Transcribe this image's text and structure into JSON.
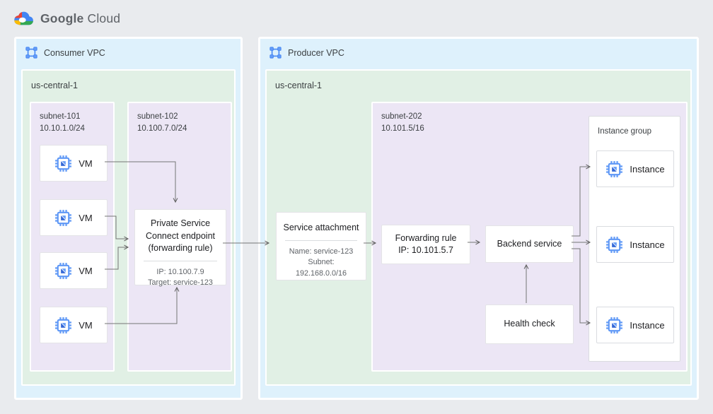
{
  "logo": {
    "google": "Google",
    "cloud": "Cloud"
  },
  "consumer_vpc": {
    "label": "Consumer VPC",
    "region": {
      "label": "us-central-1",
      "subnet101": {
        "title": "subnet-101\n10.10.1.0/24",
        "vms": [
          {
            "label": "VM"
          },
          {
            "label": "VM"
          },
          {
            "label": "VM"
          },
          {
            "label": "VM"
          }
        ]
      },
      "subnet102": {
        "title": "subnet-102\n10.100.7.0/24",
        "psc_endpoint": {
          "title": "Private Service Connect endpoint (forwarding rule)",
          "ip": "IP: 10.100.7.9",
          "target": "Target: service-123"
        }
      }
    }
  },
  "producer_vpc": {
    "label": "Producer VPC",
    "region": {
      "label": "us-central-1",
      "service_attachment": {
        "title": "Service attachment",
        "detail_lines": [
          "Name: service-123",
          "Subnet:",
          "192.168.0.0/16"
        ]
      },
      "subnet202": {
        "title": "subnet-202\n10.101.5/16",
        "forwarding_rule": {
          "line1": "Forwarding rule",
          "line2": "IP: 10.101.5.7"
        },
        "backend_service": {
          "label": "Backend service"
        },
        "health_check": {
          "label": "Health check"
        },
        "instance_group": {
          "label": "Instance group",
          "instances": [
            {
              "label": "Instance"
            },
            {
              "label": "Instance"
            },
            {
              "label": "Instance"
            }
          ]
        }
      }
    }
  },
  "colors": {
    "page_bg": "#E9EBEE",
    "vpc_bg": "#DEF1FC",
    "region_bg": "#E1F0E5",
    "subnet_bg": "#ECE6F5",
    "node_bg": "#FFFFFF",
    "arrow": "#616161",
    "text_primary": "#202124",
    "text_secondary": "#5F6368",
    "icon_blue": "#4285F4",
    "icon_blue_light": "#669DF6",
    "icon_blue_dark": "#3367D6",
    "google_red": "#EA4335",
    "google_yellow": "#FBBC05",
    "google_green": "#34A853"
  }
}
